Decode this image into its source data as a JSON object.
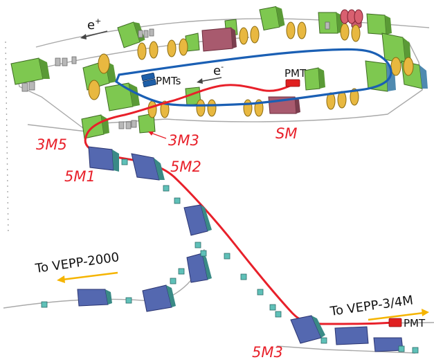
{
  "labels": {
    "e_plus": "e",
    "e_plus_sup": "+",
    "e_minus": "e",
    "e_minus_sup": "-",
    "pmts": "PMTs",
    "pmt_ring": "PMT",
    "pmt_end": "PMT",
    "m3m5": "3M5",
    "m3m3": "3M3",
    "sm": "SM",
    "m5m1": "5M1",
    "m5m2": "5M2",
    "m5m3": "5M3",
    "to_vepp2000": "To VEPP-2000",
    "to_vepp34m": "To VEPP-3/4M"
  },
  "colors": {
    "electron_orbit": "#1a5fb4",
    "positron_transfer_line": "#e8202a",
    "direction_arrow": "#f5b400",
    "dipole_magnet": "#7ec850",
    "transfer_dipole": "#5468b0",
    "quadrupole": "#e8b840",
    "rf_cavity": "#a85a6e",
    "pmt": "#1e5fa8",
    "pmt_end": "#e02020",
    "corrector": "#5fc0b8"
  }
}
